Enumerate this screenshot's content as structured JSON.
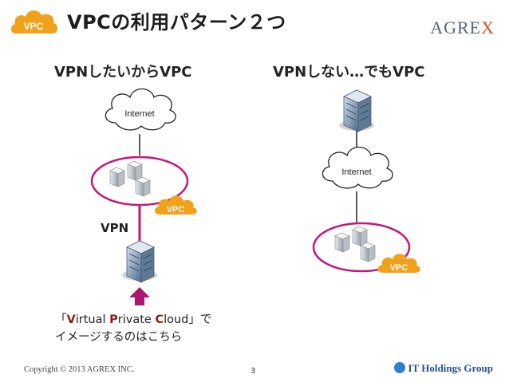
{
  "header": {
    "badge": "VPC",
    "title": "VPCの利用パターン２つ",
    "logo_prefix": "AGRE",
    "logo_suffix": "X"
  },
  "left": {
    "heading": "VPNしたいからVPC",
    "cloud_label": "Internet",
    "vpc_badge": "VPC",
    "vpn_label": "VPN"
  },
  "right": {
    "heading": "VPNしない…でもVPC",
    "cloud_label": "Internet",
    "vpc_badge": "VPC"
  },
  "caption": {
    "open": "「",
    "v": "V",
    "irtual": "irtual ",
    "p": "P",
    "rivate": "rivate ",
    "c": "C",
    "loud": "loud」で",
    "line2": "イメージするのはこちら"
  },
  "footer": {
    "copyright": "Copyright © 2013  AGREX INC.",
    "page_number": "3",
    "group_name": "IT Holdings Group"
  },
  "colors": {
    "ring": "#c2187a",
    "vpc_badge": "#f0a21a",
    "arrow": "#b0156f",
    "dark_text": "#1d1d1d"
  }
}
